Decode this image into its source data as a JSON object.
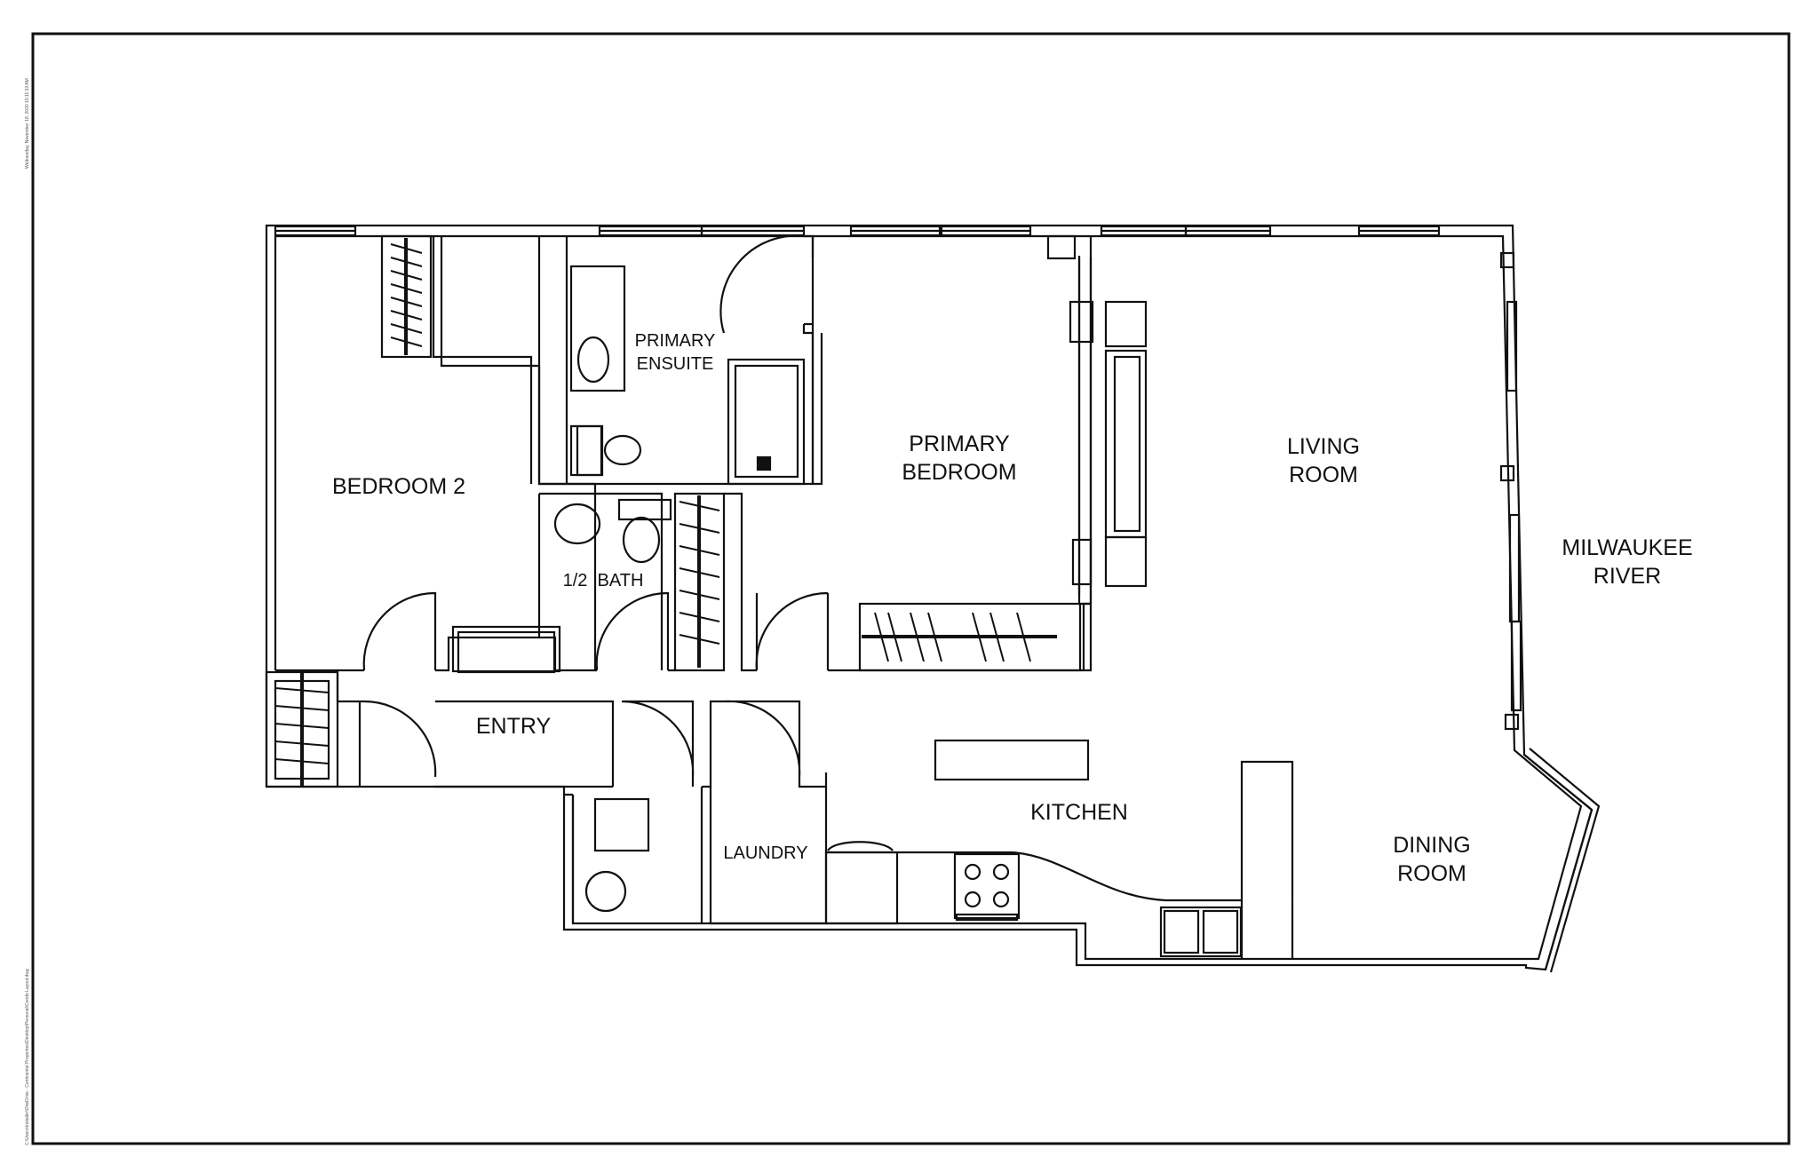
{
  "rooms": {
    "bedroom2": "BEDROOM 2",
    "primary_ensuite_line1": "PRIMARY",
    "primary_ensuite_line2": "ENSUITE",
    "primary_bedroom_line1": "PRIMARY",
    "primary_bedroom_line2": "BEDROOM",
    "living_room_line1": "LIVING",
    "living_room_line2": "ROOM",
    "half_bath": "1/2  BATH",
    "entry": "ENTRY",
    "kitchen": "KITCHEN",
    "laundry": "LAUNDRY",
    "dining_room_line1": "DINING",
    "dining_room_line2": "ROOM"
  },
  "exterior": {
    "river_line1": "MILWAUKEE",
    "river_line2": "RIVER"
  },
  "margin_notes": {
    "timestamp": "Wednesday, November 18, 2020 10:11:33 AM",
    "file_path": "C:\\Users\\Installer\\OneDrive - Continental Properties\\Desktop\\Personal\\Condo Layout.dwg"
  },
  "colors": {
    "line": "#111111",
    "background": "#ffffff"
  }
}
